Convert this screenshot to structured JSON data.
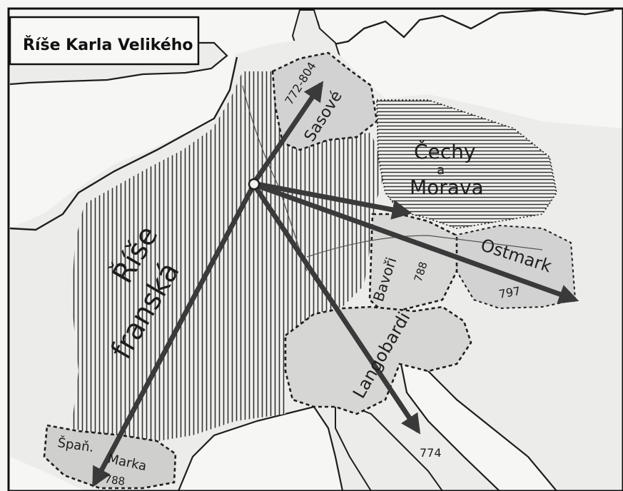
{
  "title": "Říše Karla Velikého",
  "regions": {
    "frankish": {
      "line1": "Říše",
      "line2": "franská"
    },
    "saxons": {
      "name": "Sasové",
      "years": "772-804"
    },
    "bohemia": {
      "line1": "Čechy",
      "line2": "a",
      "line3": "Morava"
    },
    "bavaria": {
      "name": "Bavoři",
      "year": "788"
    },
    "ostmark": {
      "name": "Ostmark",
      "year": "797"
    },
    "lombards": {
      "name": "Langobardi",
      "year": "774"
    },
    "spanish_march": {
      "line1": "Špaň.",
      "line2": "Marka",
      "year": "788"
    }
  },
  "colors": {
    "land": "#ececea",
    "sea": "#f6f6f4",
    "conquest": "#d2d2d2",
    "ink": "#1e1e1e",
    "arrow": "#3a3a3a"
  }
}
